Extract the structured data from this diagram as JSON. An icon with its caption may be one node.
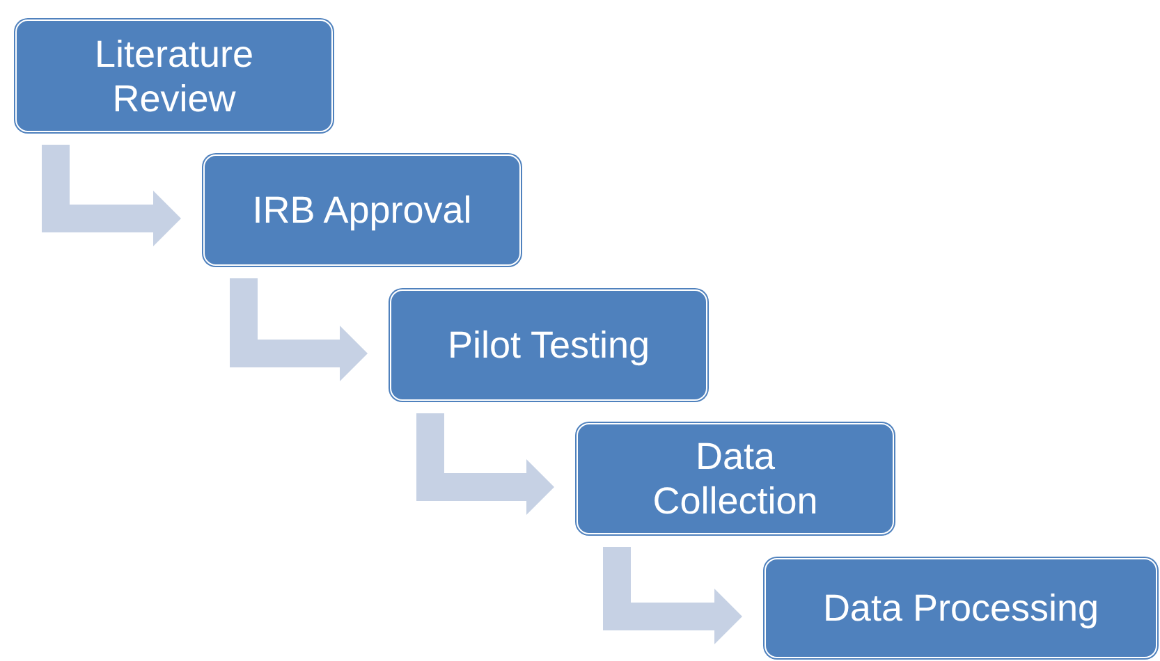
{
  "diagram": {
    "nodes": [
      {
        "text": [
          "Literature Review"
        ]
      },
      {
        "text": [
          "IRB Approval"
        ]
      },
      {
        "text": [
          "Pilot Testing"
        ]
      },
      {
        "text": [
          "Data Collection"
        ]
      },
      {
        "text": [
          "Data Processing"
        ]
      }
    ],
    "edges": [
      {
        "from": 0,
        "to": 1,
        "arrow": "to"
      },
      {
        "from": 1,
        "to": 2,
        "arrow": "to"
      },
      {
        "from": 2,
        "to": 3,
        "arrow": "to"
      },
      {
        "from": 3,
        "to": 4,
        "arrow": "to"
      }
    ]
  }
}
